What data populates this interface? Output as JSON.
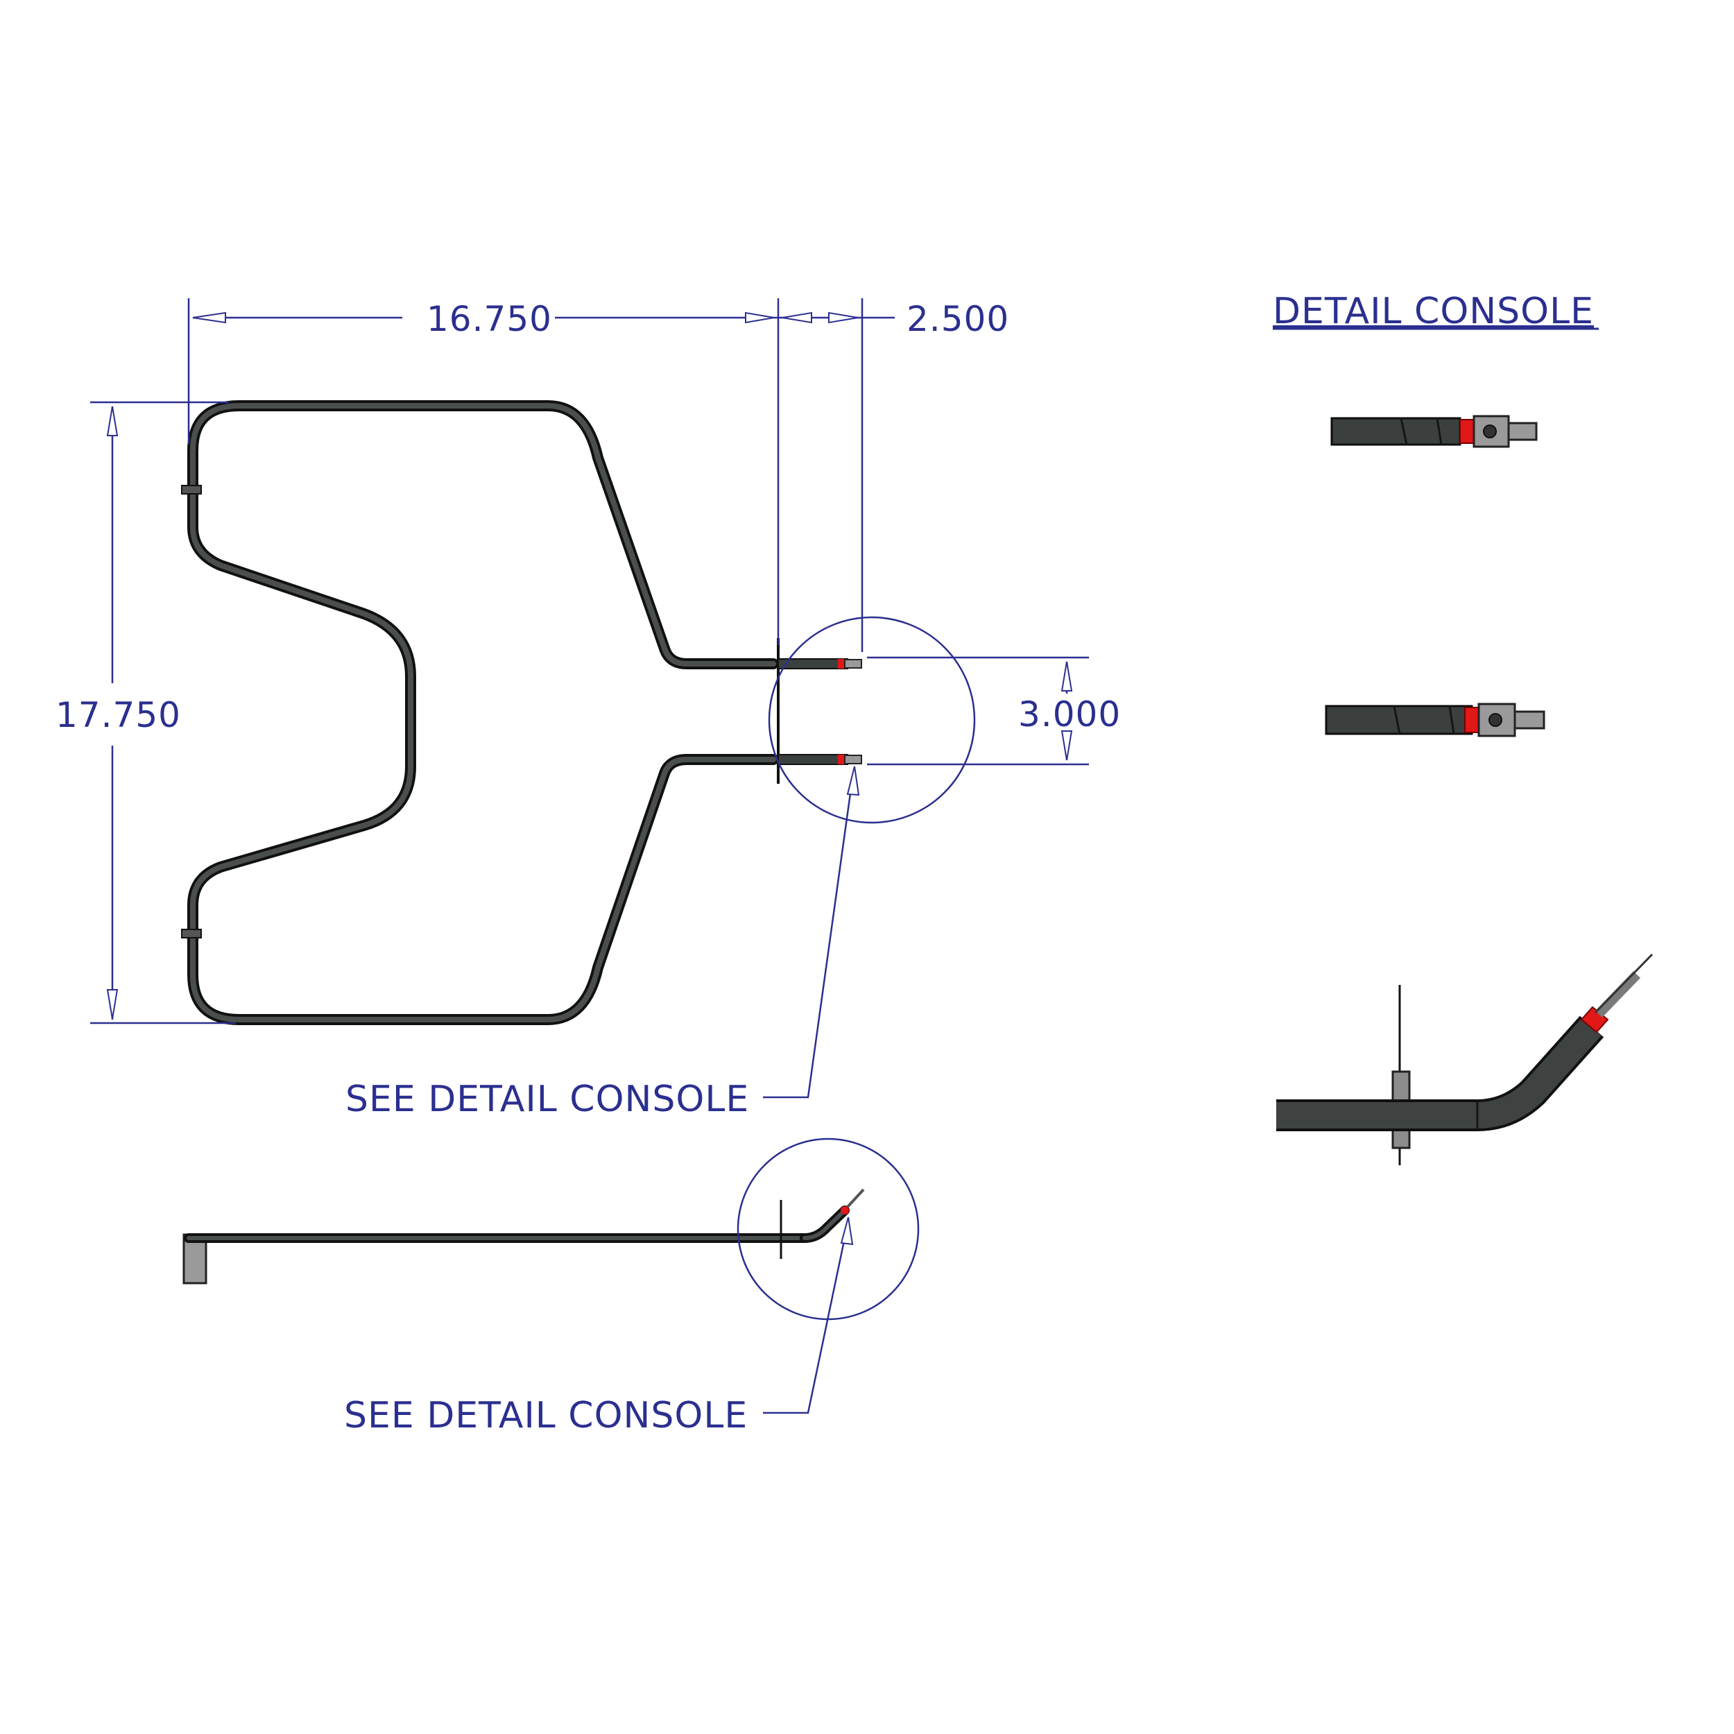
{
  "dimensions": {
    "width": "16.750",
    "offset": "2.500",
    "height": "17.750",
    "terminal_spacing": "3.000"
  },
  "callouts": {
    "top_view": "SEE DETAIL CONSOLE",
    "side_view": "SEE DETAIL CONSOLE"
  },
  "detail": {
    "title": "DETAIL CONSOLE"
  },
  "colors": {
    "annotation": "#2b2f8f",
    "element": "#3b403f",
    "insulator": "#e01818"
  }
}
